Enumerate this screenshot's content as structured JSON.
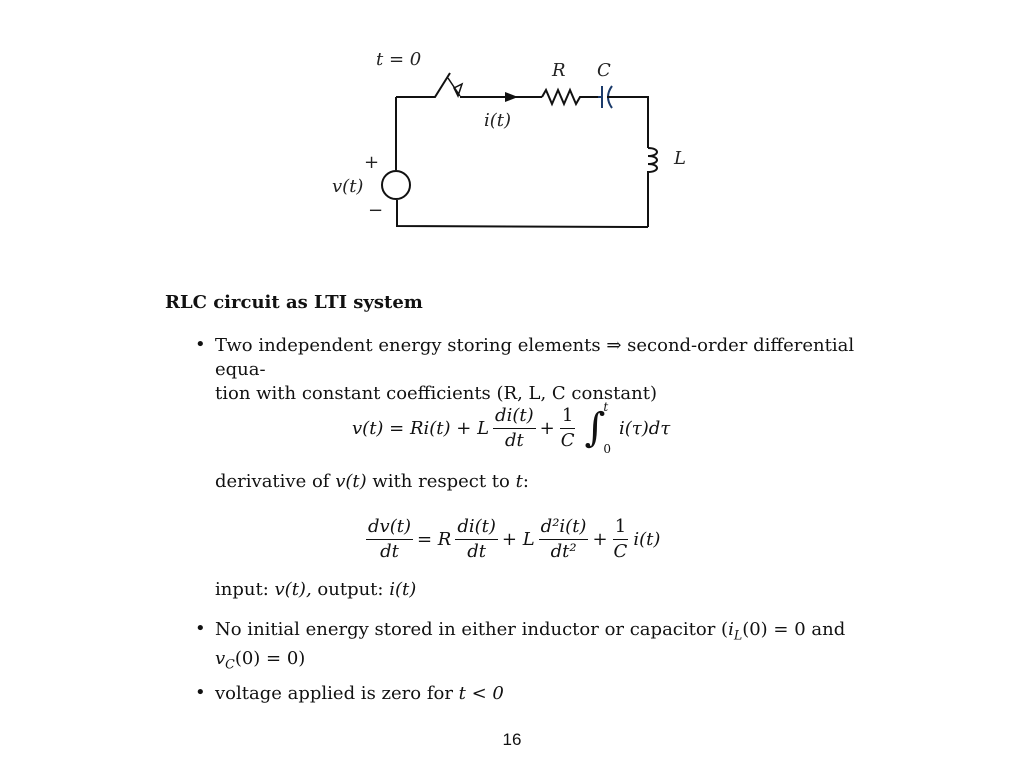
{
  "circuit": {
    "switch_label": "t = 0",
    "resistor_label": "R",
    "capacitor_label": "C",
    "inductor_label": "L",
    "current_label": "i(t)",
    "source_label": "v(t)",
    "plus": "+",
    "minus": "−"
  },
  "section_title": "RLC circuit as LTI system",
  "bullet_symbol": "•",
  "bullet1": {
    "line1": "Two independent energy storing elements ⇒ second-order differential equa-",
    "line2": "tion with constant coefficients (R, L, C constant)"
  },
  "eq1": {
    "lhs": "v(t) = Ri(t) + L",
    "frac1_num": "di(t)",
    "frac1_den": "dt",
    "plus": "+",
    "frac2_num": "1",
    "frac2_den": "C",
    "integral": "∫",
    "upper": "t",
    "lower": "0",
    "integrand": "i(τ)dτ"
  },
  "derivative_text": {
    "prefix": "derivative of",
    "var": "v(t)",
    "middle": "with respect to",
    "t": "t",
    "colon": ":"
  },
  "eq2": {
    "frac_lhs_num": "dv(t)",
    "frac_lhs_den": "dt",
    "eq_r": "= R",
    "frac_r_num": "di(t)",
    "frac_r_den": "dt",
    "plus_l": "+ L",
    "frac_l_num": "d²i(t)",
    "frac_l_den": "dt²",
    "plus": "+",
    "frac_c_num": "1",
    "frac_c_den": "C",
    "tail": "i(t)"
  },
  "io_text": {
    "input": "input:",
    "vt": "v(t),",
    "output": "output:",
    "it": "i(t)"
  },
  "bullet2": {
    "line1_a": "No initial energy stored in either inductor or capacitor (",
    "il": "i",
    "il_sub": "L",
    "line1_b": "(0) = 0 and",
    "vc": "v",
    "vc_sub": "C",
    "line2_b": "(0) = 0)"
  },
  "bullet3": {
    "text": "voltage applied is zero for",
    "cond": "t < 0"
  },
  "page_number": "16"
}
